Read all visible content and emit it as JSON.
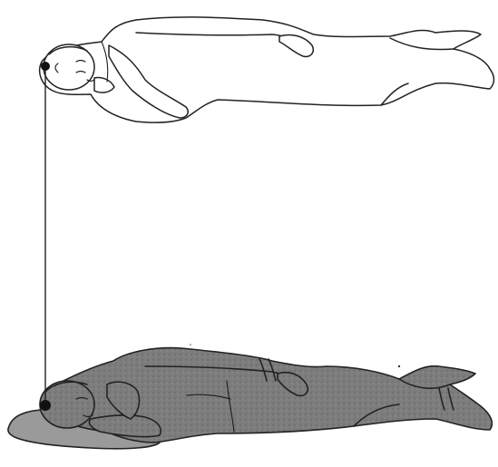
{
  "figure": {
    "upper_figure": "light-body-outline",
    "lower_figure": "dark-physical-body",
    "connector": "connecting-cord",
    "colors": {
      "background": "#ffffff",
      "outline": "#222222",
      "light_fill": "#ffffff",
      "dark_fill": "#7d7d7d",
      "shadow": "#5f5f5f",
      "pillow_fill": "#9a9a9a"
    }
  }
}
